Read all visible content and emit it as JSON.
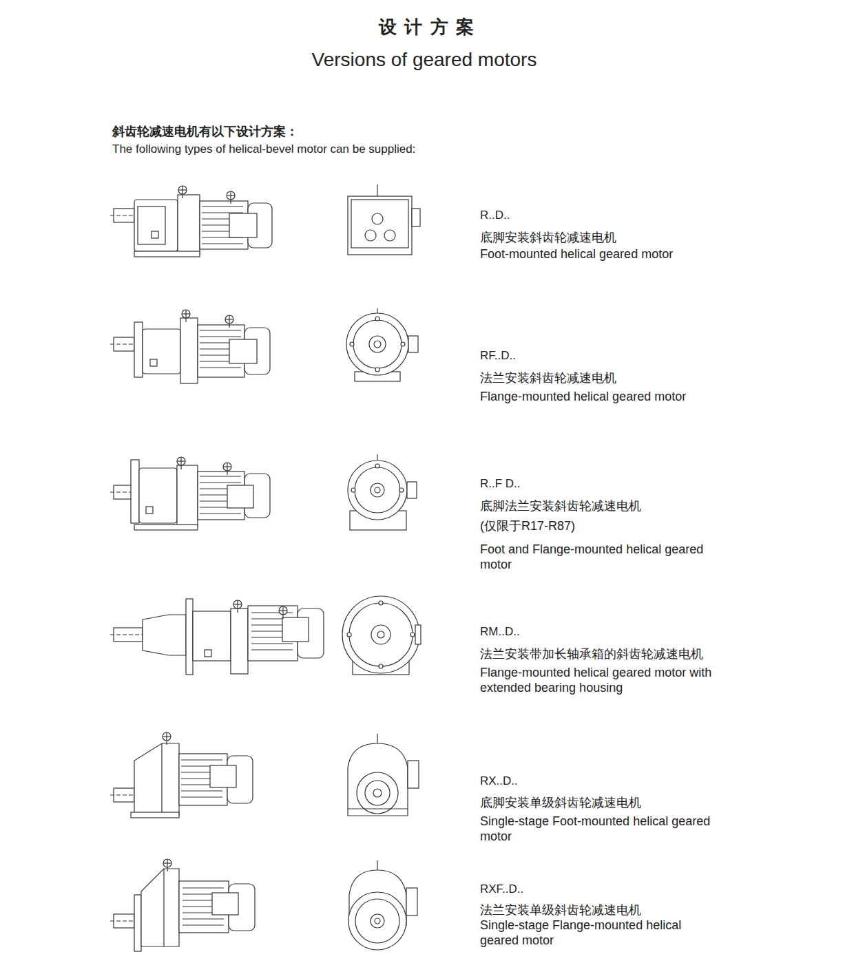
{
  "diagram": {
    "title": "设 计 方 案",
    "labels": [
      "Versions of geared motors",
      "斜齿轮减速电机有以下设计方案：",
      "The following types of helical-bevel motor can be supplied:",
      "R..D..",
      "底脚安装斜齿轮减速电机",
      "Foot-mounted helical geared motor",
      "RF..D..",
      "法兰安装斜齿轮减速电机",
      "Flange-mounted helical geared motor",
      "R..F D..",
      "底脚法兰安装斜齿轮减速电机",
      "(仅限于R17-R87)",
      "Foot and Flange-mounted helical geared motor",
      "RM..D..",
      "法兰安装带加长轴承箱的斜齿轮减速电机",
      "Flange-mounted helical geared motor with extended bearing housing",
      "RX..D..",
      "底脚安装单级斜齿轮减速电机",
      "Single-stage Foot-mounted helical geared motor",
      "RXF..D..",
      "法兰安装单级斜齿轮减速电机",
      "Single-stage Flange-mounted helical geared motor"
    ]
  }
}
